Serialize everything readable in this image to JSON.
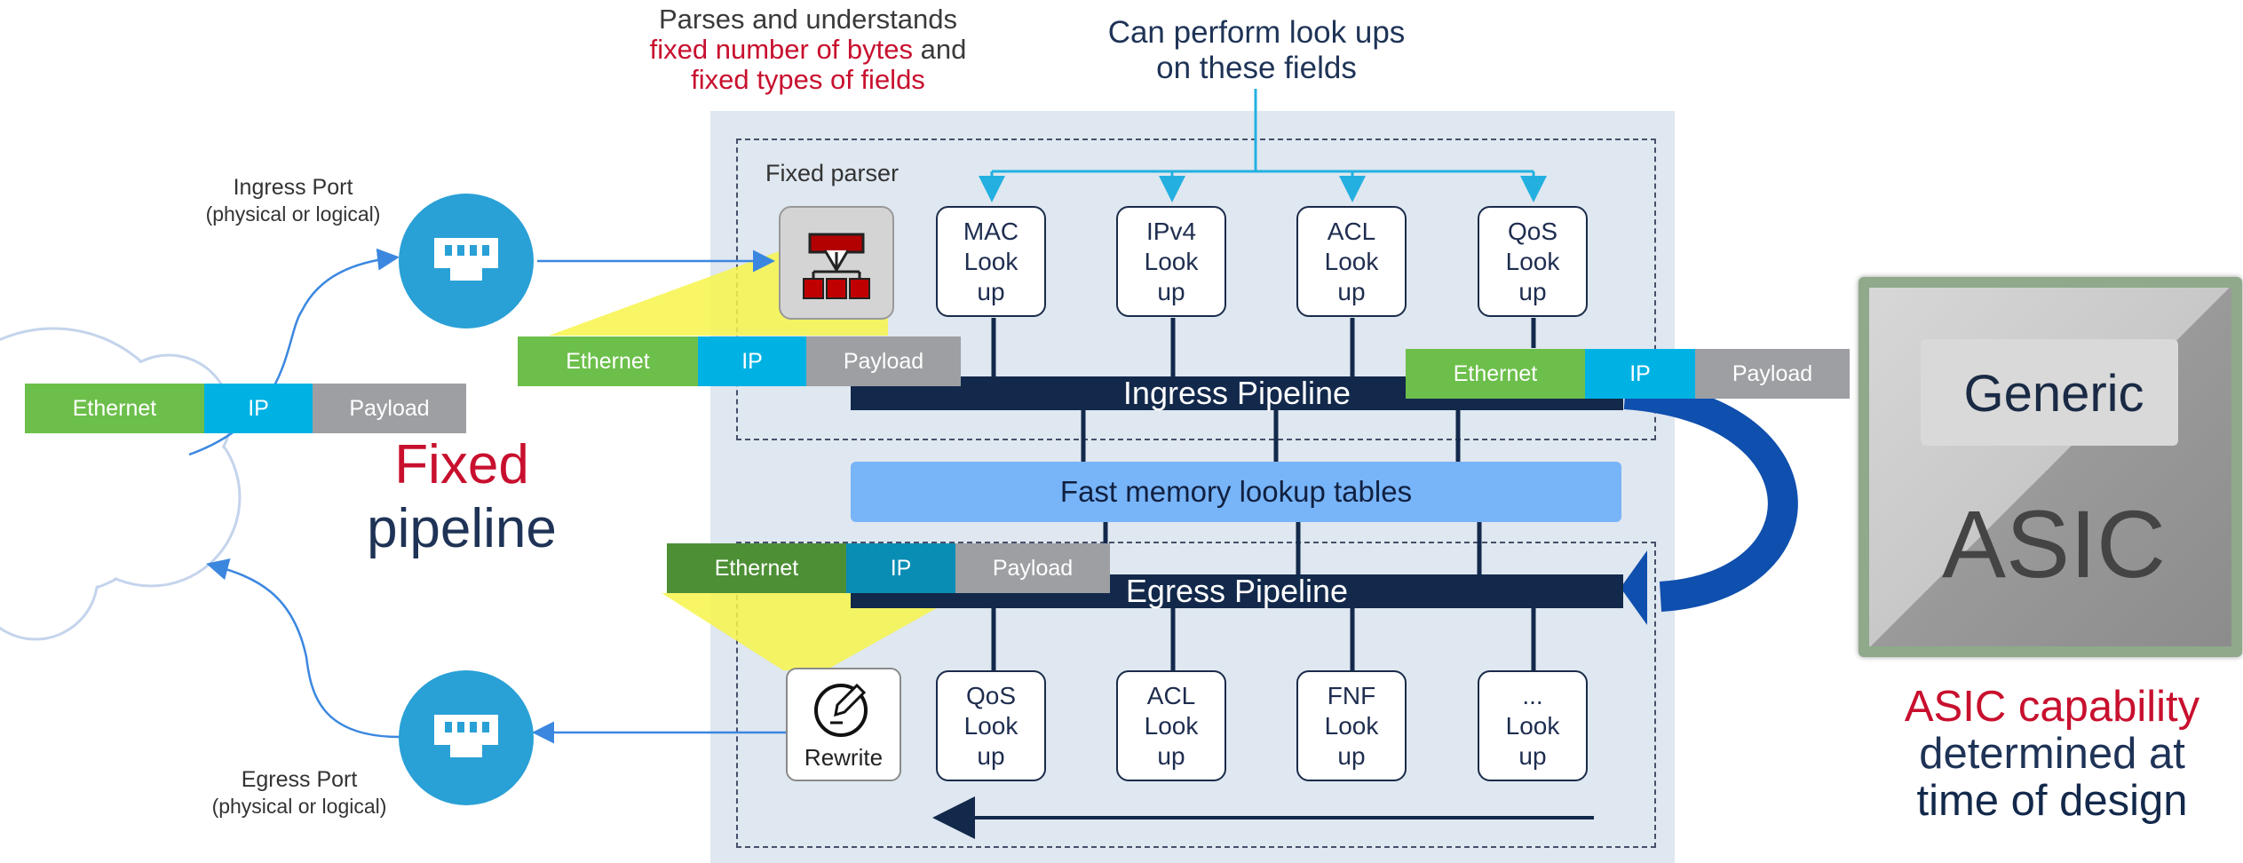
{
  "top_note": {
    "line1": "Parses and understands",
    "line2_red": "fixed number of bytes",
    "line2_rest": " and",
    "line3_red": "fixed types of fields"
  },
  "lookup_note": {
    "line1": "Can perform look ups",
    "line2": "on these fields"
  },
  "fixed_parser_label": "Fixed parser",
  "ingress_lookups": [
    {
      "l1": "MAC",
      "l2": "Look",
      "l3": "up"
    },
    {
      "l1": "IPv4",
      "l2": "Look",
      "l3": "up"
    },
    {
      "l1": "ACL",
      "l2": "Look",
      "l3": "up"
    },
    {
      "l1": "QoS",
      "l2": "Look",
      "l3": "up"
    }
  ],
  "egress_lookups": [
    {
      "l1": "QoS",
      "l2": "Look",
      "l3": "up"
    },
    {
      "l1": "ACL",
      "l2": "Look",
      "l3": "up"
    },
    {
      "l1": "FNF",
      "l2": "Look",
      "l3": "up"
    },
    {
      "l1": "...",
      "l2": "Look",
      "l3": "up"
    }
  ],
  "ingress_pipeline": "Ingress Pipeline",
  "egress_pipeline": "Egress Pipeline",
  "memory_tables": "Fast memory lookup tables",
  "packet": {
    "ethernet": "Ethernet",
    "ip": "IP",
    "payload": "Payload"
  },
  "ingress_port": {
    "title": "Ingress Port",
    "sub": "(physical or logical)"
  },
  "egress_port": {
    "title": "Egress Port",
    "sub": "(physical or logical)"
  },
  "fixed_pipeline": {
    "line1": "Fixed",
    "line2": "pipeline"
  },
  "rewrite_label": "Rewrite",
  "asic_chip": {
    "top": "Generic",
    "bottom": "ASIC"
  },
  "asic_caption": {
    "line1": "ASIC capability",
    "line2": "determined at",
    "line3": "time of design"
  },
  "colors": {
    "ethernet": "#6cbf4a",
    "ethernet_dark": "#4d8f35",
    "ip": "#00b2e3",
    "ip_dark": "#0a8db4",
    "payload": "#9d9fa3",
    "pipeline": "#13294b",
    "memory": "#78b4f8",
    "red": "#c8102e",
    "navy": "#1e3356",
    "arrow": "#23b0e0",
    "curve": "#0f4fae"
  }
}
